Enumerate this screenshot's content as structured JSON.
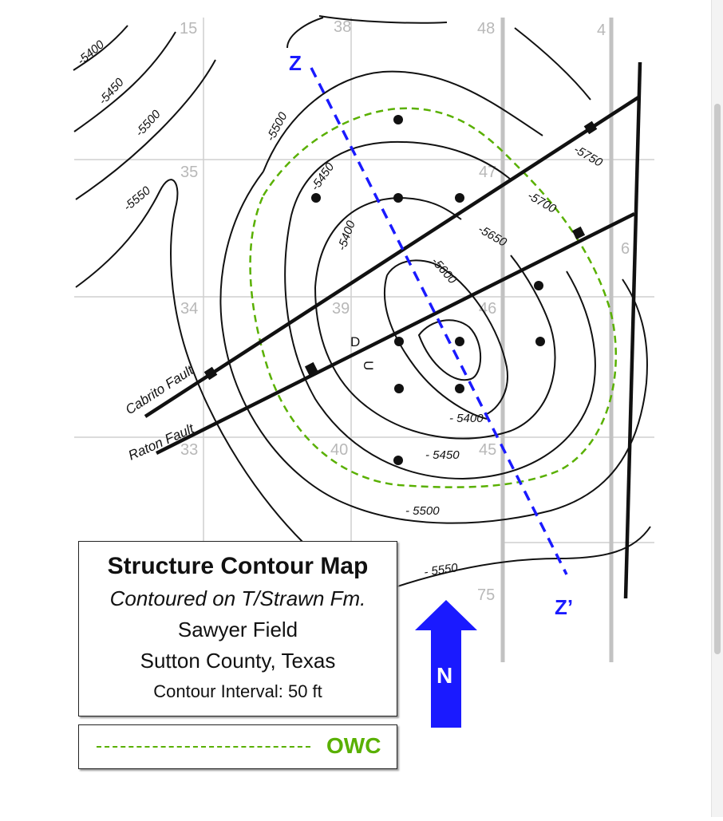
{
  "legend": {
    "title": "Structure Contour Map",
    "subtitle": "Contoured on T/Strawn Fm.",
    "field": "Sawyer Field",
    "county": "Sutton County, Texas",
    "interval": "Contour Interval:  50 ft",
    "owc_label": "OWC"
  },
  "north_label": "N",
  "section_line": {
    "start": "Z",
    "end": "Z’"
  },
  "faults": {
    "cabrito": "Cabrito Fault",
    "raton": "Raton Fault",
    "down": "D",
    "up": "U"
  },
  "sections": [
    "15",
    "38",
    "48",
    "4",
    "35",
    "47",
    "6",
    "34",
    "39",
    "46",
    "33",
    "40",
    "45",
    "75"
  ],
  "contour_labels": [
    "-5400",
    "-5450",
    "-5500",
    "-5550",
    "-5500",
    "-5450",
    "-5400",
    "-5750",
    "-5700",
    "-5650",
    "-5600",
    "- 5400",
    "- 5450",
    "- 5500",
    "- 5550"
  ],
  "colors": {
    "section_line": "#1a1aff",
    "owc": "#59b000",
    "north_arrow": "#1a1aff",
    "grid": "#cfcfcf"
  }
}
